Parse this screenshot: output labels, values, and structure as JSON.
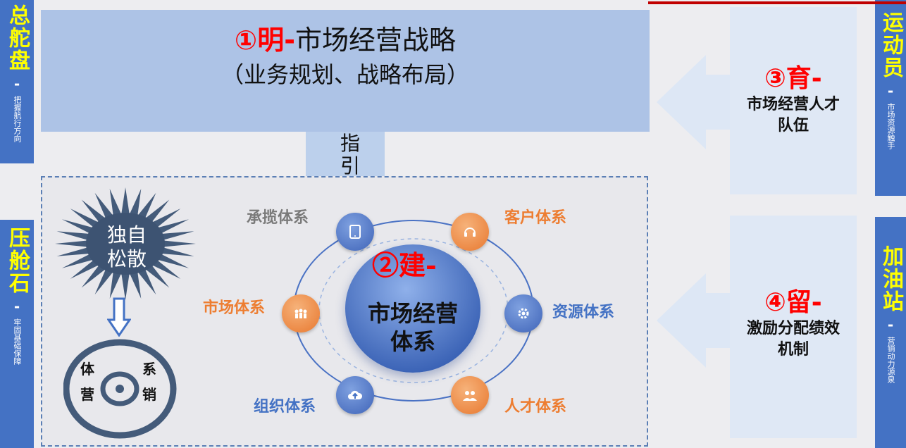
{
  "left_tabs": [
    {
      "title": "总舵盘",
      "dash": "-",
      "desc": "把握航行方向"
    },
    {
      "title": "压舱石",
      "dash": "-",
      "desc": "牢固基础保障"
    }
  ],
  "right_tabs": [
    {
      "title": "运动员",
      "dash": "-",
      "desc": "市场资源触手"
    },
    {
      "title": "加油站",
      "dash": "-",
      "desc": "营销动力源泉"
    }
  ],
  "banner": {
    "accent": "①明-",
    "title": "市场经营战略",
    "subtitle": "（业务规划、战略布局）"
  },
  "guide": {
    "line1": "指",
    "line2": "引"
  },
  "star": {
    "line1": "独自",
    "line2": "松散"
  },
  "target": {
    "tl": "体",
    "tr": "系",
    "bl": "营",
    "br": "销"
  },
  "center": {
    "accent": "②建-",
    "line1": "市场经营",
    "line2": "体系"
  },
  "nodes": [
    {
      "label": "承揽体系",
      "icon": "tablet-icon"
    },
    {
      "label": "客户体系",
      "icon": "headset-icon"
    },
    {
      "label": "资源体系",
      "icon": "gear-icon"
    },
    {
      "label": "人才体系",
      "icon": "people-icon"
    },
    {
      "label": "组织体系",
      "icon": "cloud-upload-icon"
    },
    {
      "label": "市场体系",
      "icon": "group-icon"
    }
  ],
  "right_panels": [
    {
      "accent": "③育-",
      "line1": "市场经营人才",
      "line2": "队伍"
    },
    {
      "accent": "④留-",
      "line1": "激励分配绩效",
      "line2": "机制"
    }
  ],
  "colors": {
    "blue": "#4472c4",
    "orange": "#ed7d31",
    "red": "#ff0000",
    "yellow": "#ffff00"
  }
}
